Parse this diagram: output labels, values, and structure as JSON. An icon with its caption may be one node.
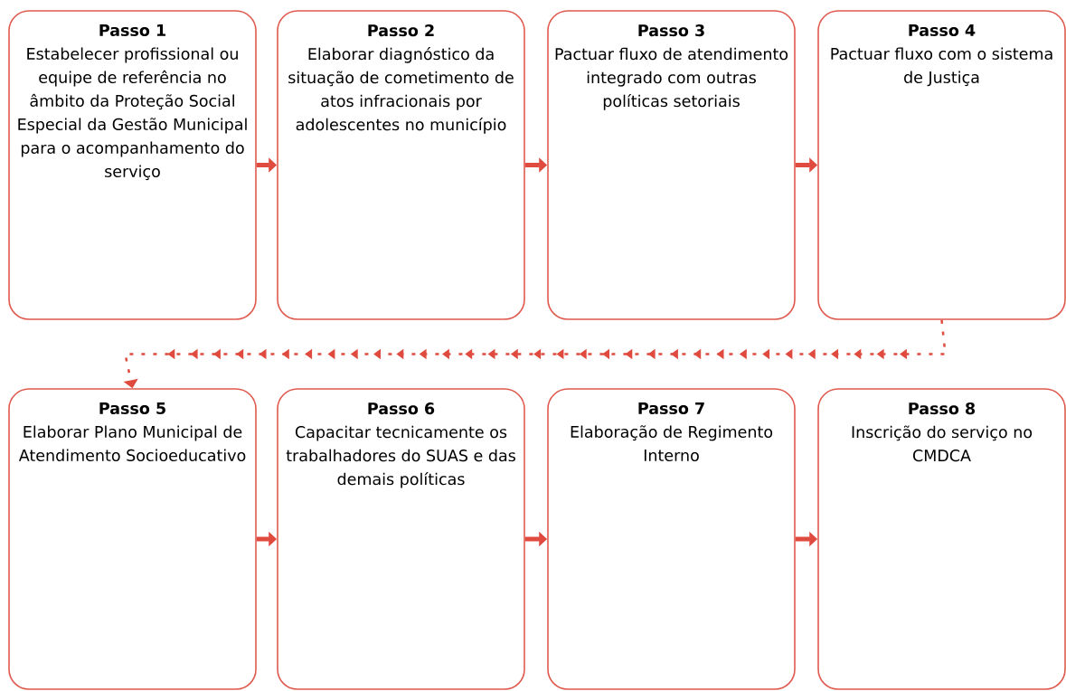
{
  "diagram": {
    "nodes": [
      {
        "text": [
          "Passo 1",
          "Estabelecer profissional ou equipe de referência no âmbito da Proteção Social Especial da Gestão Municipal para o acompanhamento do serviço"
        ]
      },
      {
        "text": [
          "Passo 2",
          "Elaborar diagnóstico da situação de cometimento de atos infracionais por adolescentes no município"
        ]
      },
      {
        "text": [
          "Passo 3",
          "Pactuar fluxo de atendimento integrado com outras políticas setoriais"
        ]
      },
      {
        "text": [
          "Passo 4",
          "Pactuar fluxo com o sistema de Justiça"
        ]
      },
      {
        "text": [
          "Passo 5",
          "Elaborar Plano Municipal de Atendimento Socioeducativo"
        ]
      },
      {
        "text": [
          "Passo 6",
          "Capacitar tecnicamente os trabalhadores do SUAS e das demais políticas"
        ]
      },
      {
        "text": [
          "Passo 7",
          "Elaboração de Regimento Interno"
        ]
      },
      {
        "text": [
          "Passo 8",
          "Inscrição do serviço no CMDCA"
        ]
      }
    ],
    "edges": [
      {
        "from": 0,
        "to": 1,
        "arrow": "to"
      },
      {
        "from": 1,
        "to": 2,
        "arrow": "to"
      },
      {
        "from": 2,
        "to": 3,
        "arrow": "to"
      },
      {
        "from": 3,
        "to": 4,
        "arrow": "to",
        "style": "dashed"
      },
      {
        "from": 4,
        "to": 5,
        "arrow": "to"
      },
      {
        "from": 5,
        "to": 6,
        "arrow": "to"
      },
      {
        "from": 6,
        "to": 7,
        "arrow": "to"
      }
    ]
  }
}
